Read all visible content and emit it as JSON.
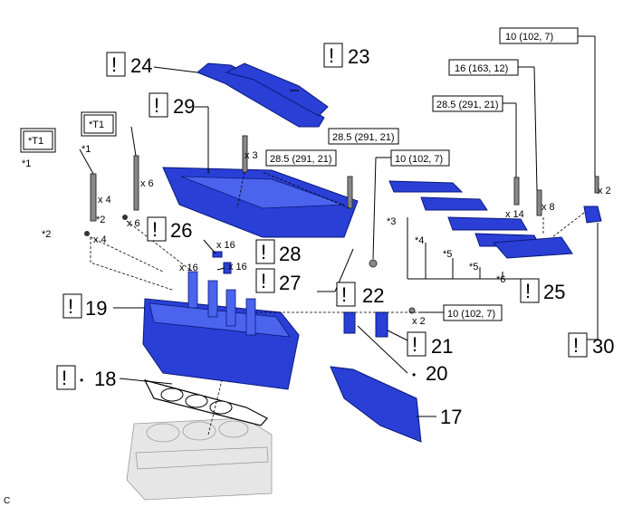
{
  "callouts": {
    "n17": "17",
    "n18": "18",
    "n19": "19",
    "n20": "20",
    "n21": "21",
    "n22": "22",
    "n23": "23",
    "n24": "24",
    "n25": "25",
    "n26": "26",
    "n27": "27",
    "n28": "28",
    "n29": "29",
    "n30": "30"
  },
  "torque": {
    "t1": "10 (102, 7)",
    "t2": "16 (163, 12)",
    "t3": "28.5 (291, 21)",
    "t4": "10 (102, 7)",
    "t5": "28.5 (291, 21)",
    "t6": "28.5 (291, 21)",
    "t7": "10 (102, 7)"
  },
  "qty": {
    "x2a": "x 2",
    "x8": "x 8",
    "x14": "x 14",
    "x3": "x 3",
    "x6a": "x 6",
    "x4a": "x 4",
    "x6b": "x 6",
    "x4b": "x 4",
    "x16a": "x 16",
    "x16b": "x 16",
    "x16c": "x 16",
    "x2b": "x 2"
  },
  "marks": {
    "bang": "!",
    "bullet": "•",
    "T1a": "*T1",
    "T1b": "*T1",
    "s1a": "*1",
    "s1b": "*1",
    "s2a": "*2",
    "s2b": "*2",
    "s3": "*3",
    "s4": "*4",
    "s5a": "*5",
    "s5b": "*5",
    "s6": "*6"
  },
  "corner_letter": "C"
}
